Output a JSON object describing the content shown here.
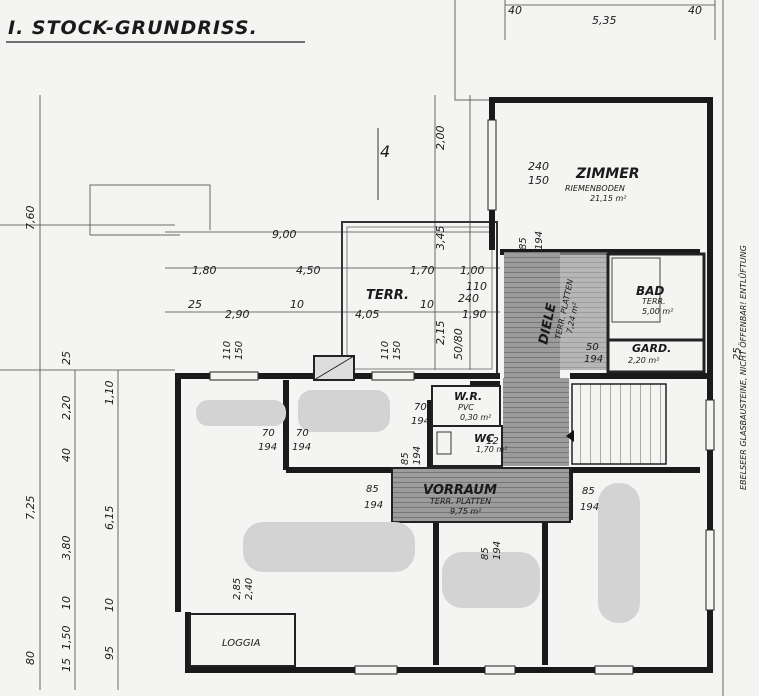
{
  "title": "I. STOCK-GRUNDRISS.",
  "north": "4",
  "rooms": {
    "zimmer": {
      "name": "ZIMMER",
      "floor": "RIEMENBODEN",
      "area": "21,15 m²",
      "dims": [
        "240",
        "150"
      ]
    },
    "terr": {
      "name": "TERR."
    },
    "diele": {
      "name": "DIELE",
      "floor": "TERR. PLATTEN",
      "area": "7,24 m²"
    },
    "bad": {
      "name": "BAD",
      "floor": "TERR.",
      "area": "5,00 m²"
    },
    "gard": {
      "name": "GARD.",
      "area": "2,20 m²"
    },
    "wr": {
      "name": "W.R.",
      "floor": "PVC",
      "area": "0,30 m²"
    },
    "wc": {
      "name": "WC",
      "area": "1,70 m²"
    },
    "vorraum": {
      "name": "VORRAUM",
      "floor": "TERR. PLATTEN",
      "area": "9,75 m²"
    },
    "loggia": {
      "name": "LOGGIA"
    }
  },
  "side_note": "EBELSEER GLASBAUSTEINE, NICHT ÖFFENBAR! ENTLÜFTUNG",
  "top_dims": [
    "40",
    "5,35",
    "40"
  ],
  "horizontal_dims": [
    "9,00",
    "1,80",
    "4,50",
    "1,70",
    "1,00",
    "25",
    "2,90",
    "10",
    "4,05",
    "10",
    "1,90",
    "110",
    "240"
  ],
  "vertical_dims_left": [
    "7,60",
    "25",
    "2,20",
    "40",
    "3,80",
    "10",
    "1,50",
    "15",
    "80",
    "1,10",
    "7,25",
    "6,15",
    "95",
    "10"
  ],
  "vertical_dims_mid": [
    "2,00",
    "3,45",
    "2,15",
    "50/80"
  ],
  "door_labels": [
    "110",
    "150",
    "70",
    "194",
    "85",
    "194",
    "85",
    "194",
    "85",
    "194",
    "85",
    "194",
    "70",
    "194",
    "2,85",
    "2,40",
    "110",
    "150",
    "50",
    "194",
    "12",
    "85",
    "194",
    "70",
    "194",
    "25"
  ]
}
